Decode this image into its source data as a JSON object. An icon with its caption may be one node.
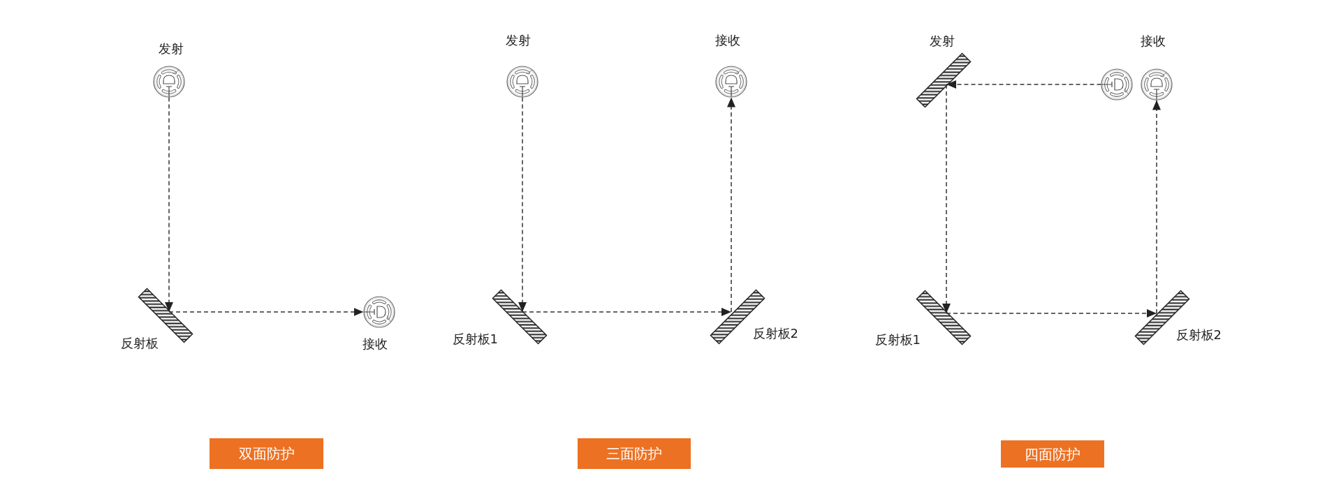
{
  "diagram": {
    "nodes": [
      {
        "text": [
          "发射"
        ]
      },
      {
        "text": [
          "反射板"
        ]
      },
      {
        "text": [
          "接收"
        ]
      },
      {
        "text": [
          "双面防护"
        ]
      },
      {
        "text": [
          "发射"
        ]
      },
      {
        "text": [
          "接收"
        ]
      },
      {
        "text": [
          "反射板1"
        ]
      },
      {
        "text": [
          "反射板2"
        ]
      },
      {
        "text": [
          "三面防护"
        ]
      },
      {
        "text": [
          "发射"
        ]
      },
      {
        "text": [],
        "shape": "picture"
      },
      {
        "text": [
          "接收"
        ]
      },
      {
        "text": [
          "反射板1"
        ]
      },
      {
        "text": [
          "反射板2"
        ]
      },
      {
        "text": [
          "四面防护"
        ]
      }
    ],
    "edges": [
      {
        "from": 0,
        "to": 1,
        "arrow": "to",
        "style": "dashed"
      },
      {
        "from": 1,
        "to": 2,
        "arrow": "to",
        "style": "dashed"
      },
      {
        "from": 4,
        "to": 6,
        "arrow": "to",
        "style": "dashed"
      },
      {
        "from": 6,
        "to": 7,
        "arrow": "to",
        "style": "dashed"
      },
      {
        "from": 7,
        "to": 5,
        "arrow": "to",
        "style": "dashed"
      },
      {
        "from": 10,
        "to": 9,
        "arrow": "to",
        "style": "dashed"
      },
      {
        "from": 9,
        "to": 12,
        "arrow": "to",
        "style": "dashed"
      },
      {
        "from": 12,
        "to": 13,
        "arrow": "to",
        "style": "dashed"
      },
      {
        "from": 13,
        "to": 11,
        "arrow": "to",
        "style": "dashed"
      }
    ]
  }
}
